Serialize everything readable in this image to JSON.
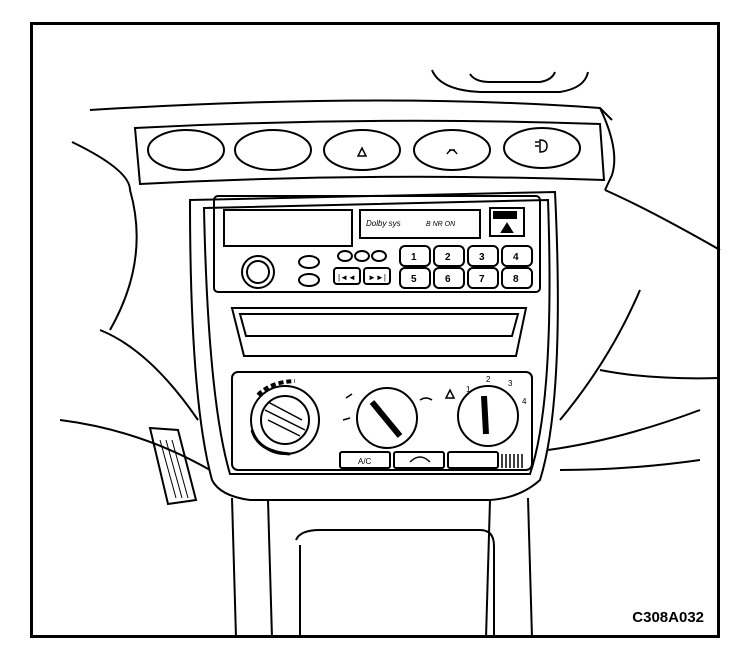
{
  "figure": {
    "code": "C308A032"
  },
  "radio": {
    "tape_text": "Dolby sys",
    "tape_sub_text": "B NR ON",
    "preset_buttons": [
      "1",
      "2",
      "3",
      "4",
      "5",
      "6",
      "7",
      "8"
    ],
    "seek_left_label": "|◄◄",
    "seek_right_label": "►►|"
  },
  "hvac": {
    "ac_button_label": "A/C",
    "fan_speed_labels": [
      "1",
      "2",
      "3",
      "4"
    ]
  }
}
